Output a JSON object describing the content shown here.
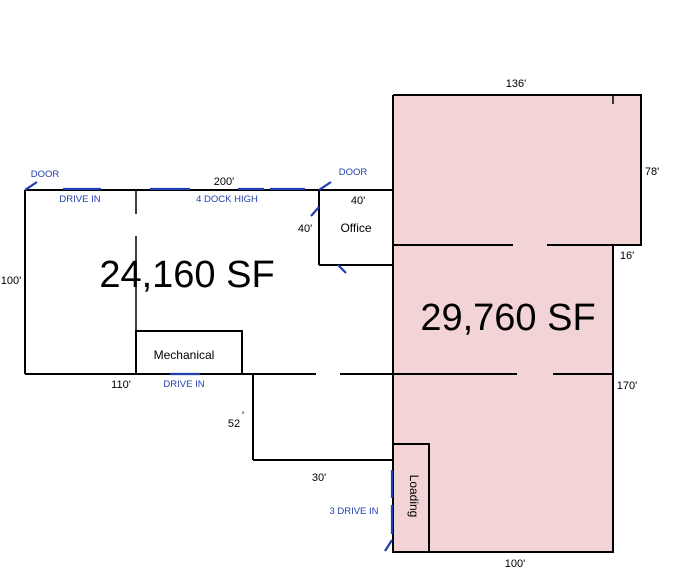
{
  "colors": {
    "shaded": "#f2d4d6",
    "wall": "#000000",
    "door": "#1f3fb0"
  },
  "areas": {
    "left": "24,160 SF",
    "right": "29,760 SF"
  },
  "rooms": {
    "office": "Office",
    "mechanical": "Mechanical",
    "loading": "Loading"
  },
  "dimensions": {
    "top_right": "136'",
    "right_upper": "78'",
    "top_left": "200'",
    "office_top": "40'",
    "office_side": "40'",
    "left_side": "100'",
    "notch": "16'",
    "right_lower": "170'",
    "bottom_left": "110'",
    "connector_side_num": "52",
    "connector_side_tick": "'",
    "connector_bottom": "30'",
    "bottom_right": "100'"
  },
  "doors": {
    "door_left": "DOOR",
    "door_right": "DOOR",
    "drive_in_top": "DRIVE IN",
    "dock_high": "4 DOCK HIGH",
    "drive_in_bottom": "DRIVE IN",
    "drive_in_3": "3 DRIVE IN"
  }
}
